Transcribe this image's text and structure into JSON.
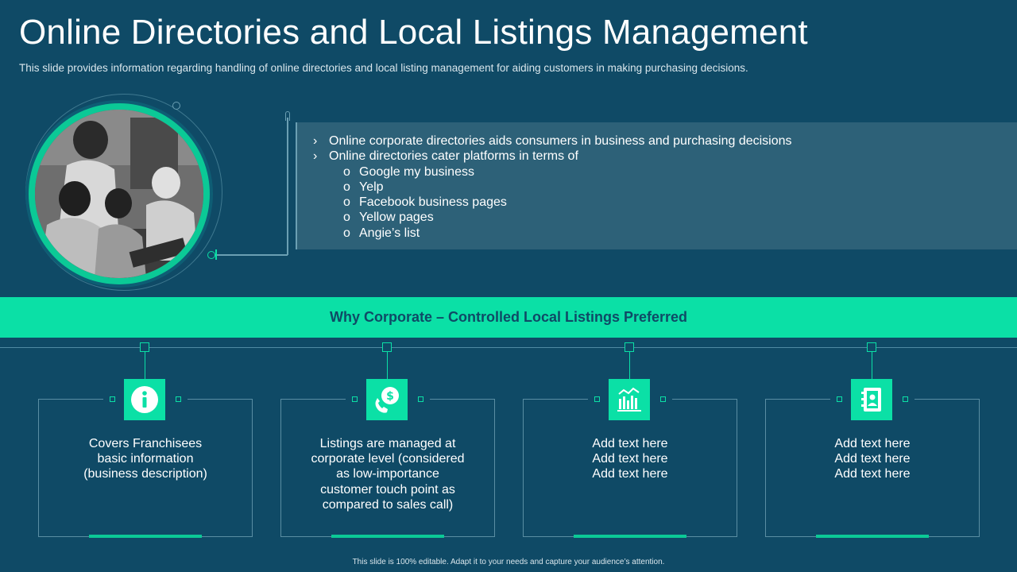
{
  "slide": {
    "title": "Online Directories and Local Listings Management",
    "subtitle": "This slide provides information regarding handling of online directories and local listing management for aiding customers in making purchasing decisions.",
    "photo_icon": "team-working-photo"
  },
  "info": {
    "bullet_mark": "›",
    "sub_mark": "o",
    "bullets": [
      "Online corporate directories aids consumers in business and purchasing decisions",
      "Online directories cater platforms in terms of"
    ],
    "sub_bullets": [
      "Google my business",
      "Yelp",
      "Facebook business pages",
      "Yellow pages",
      "Angie’s list"
    ]
  },
  "banner": {
    "text": "Why Corporate – Controlled Local Listings Preferred"
  },
  "cards": [
    {
      "icon": "info-icon",
      "lines": [
        "Covers Franchisees",
        "basic information",
        "(business description)"
      ]
    },
    {
      "icon": "dollar-phone-icon",
      "lines": [
        "Listings are managed at",
        "corporate level (considered",
        "as low-importance",
        "customer touch point as",
        "compared to sales call)"
      ]
    },
    {
      "icon": "bar-chart-icon",
      "lines": [
        "Add text here",
        "Add text here",
        "Add text here"
      ]
    },
    {
      "icon": "contact-book-icon",
      "lines": [
        "Add text here",
        "Add text here",
        "Add text here"
      ]
    }
  ],
  "footer": {
    "text": "This slide is 100% editable. Adapt it to your needs and capture your audience’s attention."
  },
  "colors": {
    "background": "#0f4a66",
    "accent": "#0be0a6",
    "panel": "#2d6178"
  }
}
